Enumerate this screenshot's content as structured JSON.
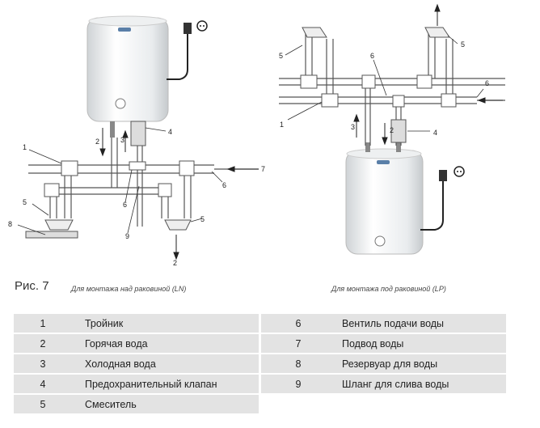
{
  "figure": {
    "label": "Рис. 7",
    "caption_left": "Для монтажа над раковиной (LN)",
    "caption_right": "Для монтажа под раковиной (LP)"
  },
  "callouts_left": [
    "1",
    "2",
    "3",
    "4",
    "5",
    "5",
    "6",
    "7",
    "8",
    "9",
    "2"
  ],
  "callouts_right": [
    "1",
    "2",
    "3",
    "4",
    "5",
    "5",
    "6",
    "6"
  ],
  "legend": {
    "left": [
      {
        "num": "1",
        "text": "Тройник"
      },
      {
        "num": "2",
        "text": "Горячая вода"
      },
      {
        "num": "3",
        "text": "Холодная вода"
      },
      {
        "num": "4",
        "text": "Предохранительный клапан"
      },
      {
        "num": "5",
        "text": "Смеситель"
      }
    ],
    "right": [
      {
        "num": "6",
        "text": "Вентиль подачи воды"
      },
      {
        "num": "7",
        "text": "Подвод воды"
      },
      {
        "num": "8",
        "text": "Резервуар для воды"
      },
      {
        "num": "9",
        "text": "Шланг для слива воды"
      }
    ]
  }
}
